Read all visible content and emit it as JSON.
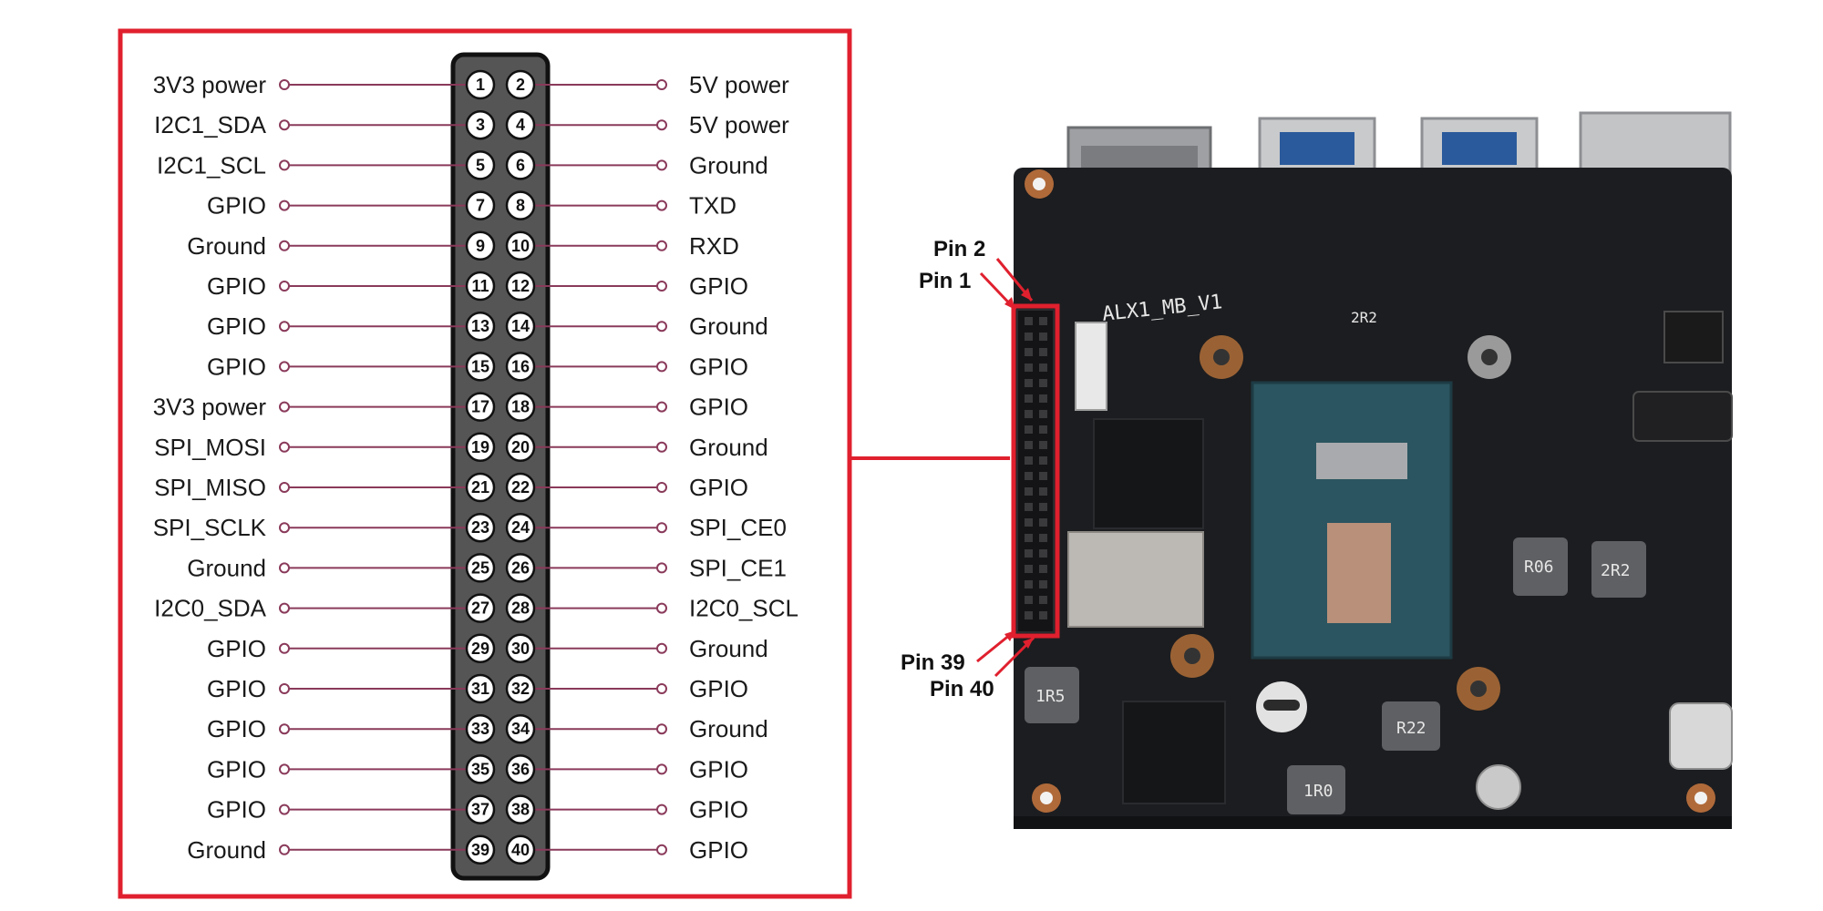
{
  "colors": {
    "frame": "#e0202e",
    "lead": "#8a3a5a",
    "header_body": "#555555",
    "board": "#1c1d20"
  },
  "pins": [
    {
      "num": "1",
      "label": "3V3 power"
    },
    {
      "num": "2",
      "label": "5V power"
    },
    {
      "num": "3",
      "label": "I2C1_SDA"
    },
    {
      "num": "4",
      "label": "5V power"
    },
    {
      "num": "5",
      "label": "I2C1_SCL"
    },
    {
      "num": "6",
      "label": "Ground"
    },
    {
      "num": "7",
      "label": "GPIO"
    },
    {
      "num": "8",
      "label": "TXD"
    },
    {
      "num": "9",
      "label": "Ground"
    },
    {
      "num": "10",
      "label": "RXD"
    },
    {
      "num": "11",
      "label": "GPIO"
    },
    {
      "num": "12",
      "label": "GPIO"
    },
    {
      "num": "13",
      "label": "GPIO"
    },
    {
      "num": "14",
      "label": "Ground"
    },
    {
      "num": "15",
      "label": "GPIO"
    },
    {
      "num": "16",
      "label": "GPIO"
    },
    {
      "num": "17",
      "label": "3V3 power"
    },
    {
      "num": "18",
      "label": "GPIO"
    },
    {
      "num": "19",
      "label": "SPI_MOSI"
    },
    {
      "num": "20",
      "label": "Ground"
    },
    {
      "num": "21",
      "label": "SPI_MISO"
    },
    {
      "num": "22",
      "label": "GPIO"
    },
    {
      "num": "23",
      "label": "SPI_SCLK"
    },
    {
      "num": "24",
      "label": "SPI_CE0"
    },
    {
      "num": "25",
      "label": "Ground"
    },
    {
      "num": "26",
      "label": "SPI_CE1"
    },
    {
      "num": "27",
      "label": "I2C0_SDA"
    },
    {
      "num": "28",
      "label": "I2C0_SCL"
    },
    {
      "num": "29",
      "label": "GPIO"
    },
    {
      "num": "30",
      "label": "Ground"
    },
    {
      "num": "31",
      "label": "GPIO"
    },
    {
      "num": "32",
      "label": "GPIO"
    },
    {
      "num": "33",
      "label": "GPIO"
    },
    {
      "num": "34",
      "label": "Ground"
    },
    {
      "num": "35",
      "label": "GPIO"
    },
    {
      "num": "36",
      "label": "GPIO"
    },
    {
      "num": "37",
      "label": "GPIO"
    },
    {
      "num": "38",
      "label": "GPIO"
    },
    {
      "num": "39",
      "label": "Ground"
    },
    {
      "num": "40",
      "label": "GPIO"
    }
  ],
  "callouts": {
    "pin2": "Pin 2",
    "pin1": "Pin 1",
    "pin39": "Pin 39",
    "pin40": "Pin 40"
  },
  "board_silkscreen": {
    "model": "ALX1_MB_V1",
    "inductor_a": "R22",
    "inductor_b": "1R0",
    "inductor_c": "R06",
    "inductor_d": "2R2",
    "inductor_e": "1R5",
    "inductor_f": "2R2"
  }
}
